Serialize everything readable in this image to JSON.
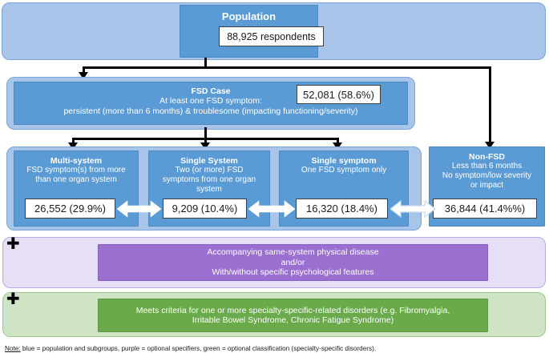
{
  "figure": {
    "population": {
      "band_name": "population-band",
      "title": "Population",
      "value": "88,925 respondents"
    },
    "fsd_case": {
      "title": "FSD Case",
      "line1": "At least one FSD symptom:",
      "line2": "persistent (more than 6 months) & troublesome (impacting functioning/severity)",
      "value": "52,081 (58.6%)"
    },
    "subgroups": [
      {
        "key": "multi-system",
        "title": "Multi-system",
        "desc_line1": "FSD symptom(s) from more",
        "desc_line2": "than one organ system",
        "value": "26,552 (29.9%)"
      },
      {
        "key": "single-system",
        "title": "Single System",
        "desc_line1": "Two (or more) FSD",
        "desc_line2": "symptoms from one organ",
        "desc_line3": "system",
        "value": "9,209 (10.4%)"
      },
      {
        "key": "single-symptom",
        "title": "Single symptom",
        "desc_line1": "One FSD symptom only",
        "desc_line2": "",
        "value": "16,320 (18.4%)"
      }
    ],
    "non_fsd": {
      "key": "non-fsd",
      "title": "Non-FSD",
      "desc_line1": "Less than 6 months",
      "desc_line2": "No symptom/low severity",
      "desc_line3": "or impact",
      "value": "36,844 (41.4%%)"
    },
    "specifier_band": {
      "plus": "✚",
      "line1": "Accompanying same-system physical disease",
      "line2": "and/or",
      "line3": "With/without specific psychological features"
    },
    "classification_band": {
      "plus": "✚",
      "line1": "Meets criteria for one or more specialty-specific-related disorders (e.g. Fibromyalgia,",
      "line2": "Irritable Bowel Syndrome, Chronic Fatigue Syndrome)"
    },
    "note": {
      "label": "Note:",
      "text": " blue = population and subgroups, purple = optional specifiers, green = optional classification (specialty-specific disorders)."
    },
    "colors": {
      "blue_band": "#a8c4e8",
      "blue_box": "#5b9bd5",
      "purple_band": "#e6dff5",
      "purple_inner": "#9a6fd0",
      "green_band": "#cfe4c4",
      "green_inner": "#6aaa4a",
      "connector": "#000000",
      "value_box_bg": "#ffffff"
    }
  }
}
